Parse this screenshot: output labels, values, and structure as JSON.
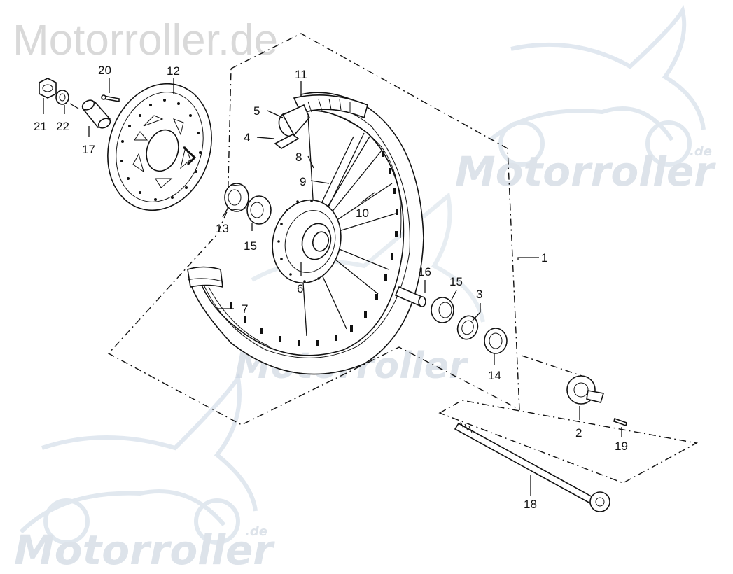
{
  "watermarks": {
    "top_left": "Motorroller.de",
    "brand": "Motorroller",
    "suffix": ".de"
  },
  "callouts": [
    {
      "id": "1",
      "label": "1"
    },
    {
      "id": "2",
      "label": "2"
    },
    {
      "id": "3",
      "label": "3"
    },
    {
      "id": "4",
      "label": "4"
    },
    {
      "id": "5",
      "label": "5"
    },
    {
      "id": "6",
      "label": "6"
    },
    {
      "id": "7",
      "label": "7"
    },
    {
      "id": "8",
      "label": "8"
    },
    {
      "id": "9",
      "label": "9"
    },
    {
      "id": "10",
      "label": "10"
    },
    {
      "id": "11",
      "label": "11"
    },
    {
      "id": "12",
      "label": "12"
    },
    {
      "id": "13",
      "label": "13"
    },
    {
      "id": "14",
      "label": "14"
    },
    {
      "id": "15a",
      "label": "15"
    },
    {
      "id": "15b",
      "label": "15"
    },
    {
      "id": "16",
      "label": "16"
    },
    {
      "id": "17",
      "label": "17"
    },
    {
      "id": "18",
      "label": "18"
    },
    {
      "id": "19",
      "label": "19"
    },
    {
      "id": "20",
      "label": "20"
    },
    {
      "id": "21",
      "label": "21"
    },
    {
      "id": "22",
      "label": "22"
    }
  ]
}
